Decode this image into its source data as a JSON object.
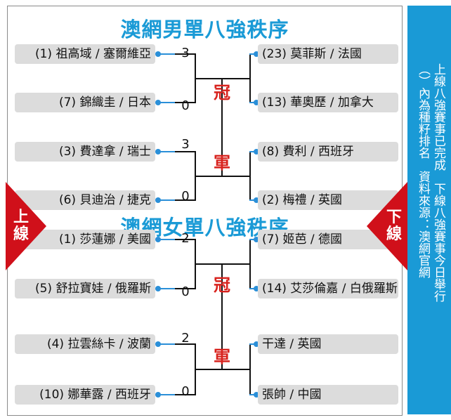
{
  "men": {
    "title": "澳網男單八強秩序",
    "left_players": [
      "(1) 祖高域 / 塞爾維亞",
      "(7) 錦織圭 / 日本",
      "(3) 費達拿 / 瑞士",
      "(6) 貝迪治 / 捷克"
    ],
    "left_scores": [
      "3",
      "0",
      "3",
      "0"
    ],
    "right_players": [
      "(23) 莫菲斯 / 法國",
      "(13) 華奧歷 / 加拿大",
      "(8) 費利 / 西班牙",
      "(2) 梅禮 / 英國"
    ]
  },
  "women": {
    "title": "澳網女單八強秩序",
    "left_players": [
      "(1) 莎蓮娜 / 美國",
      "(5) 舒拉寶娃 / 俄羅斯",
      "(4) 拉雲絲卡 / 波蘭",
      "(10) 娜華露 / 西班牙"
    ],
    "left_scores": [
      "2",
      "0",
      "2",
      "0"
    ],
    "right_players": [
      "(7) 姬芭 / 德國",
      "(14) 艾莎倫嘉 / 白俄羅斯",
      "干達 / 英國",
      "張帥 / 中國"
    ]
  },
  "champion": [
    "冠",
    "軍"
  ],
  "side_labels": {
    "left": "上線",
    "right": "下線"
  },
  "notes": [
    "上線八強賽事已完成　下線八強賽事今日舉行",
    "（）內為種籽排名　資料來源：澳網官網"
  ],
  "colors": {
    "title": "#1a9ad6",
    "champion": "#d8231e",
    "sidebar": "#1a9ad6",
    "arrow": "#d0101a",
    "connector": "#2a8fd8"
  }
}
